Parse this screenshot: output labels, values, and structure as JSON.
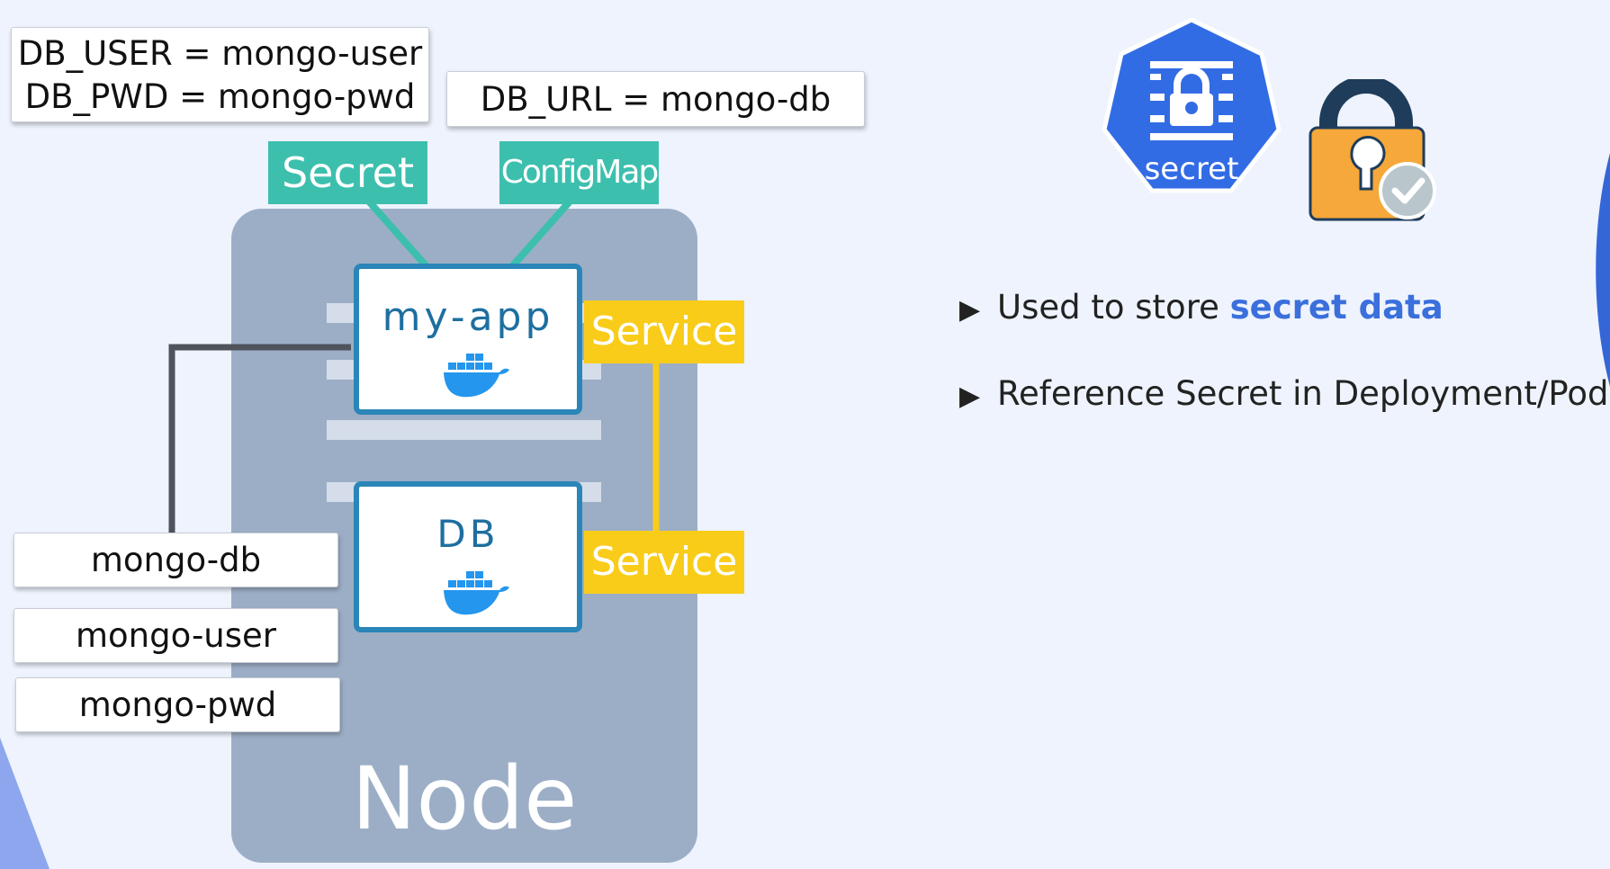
{
  "env_boxes": {
    "user_pwd_line1": "DB_USER = mongo-user",
    "user_pwd_line2": "DB_PWD = mongo-pwd",
    "url": "DB_URL = mongo-db"
  },
  "tags": {
    "secret": "Secret",
    "configmap": "ConfigMap",
    "service_top": "Service",
    "service_bottom": "Service"
  },
  "pods": {
    "app": "my-app",
    "db": "DB"
  },
  "value_boxes": [
    "mongo-db",
    "mongo-user",
    "mongo-pwd"
  ],
  "node_label": "Node",
  "icons": {
    "secret_badge_label": "secret",
    "secret_badge_icon": "kubernetes-secret-icon",
    "lock_icon": "padlock-check-icon",
    "docker_icon": "docker-whale-icon"
  },
  "bullets": [
    {
      "text": "Used to store ",
      "highlight": "secret data"
    },
    {
      "text": "Reference Secret in Deployment/Pod",
      "highlight": ""
    }
  ],
  "colors": {
    "background": "#eef3fd",
    "node": "#9caec6",
    "pod_border": "#2a86b8",
    "secret_configmap_tag": "#3dbfae",
    "service_tag": "#f9cc1a",
    "highlight": "#3a6fdc",
    "k8s_blue": "#326ce5",
    "lock_orange": "#f6a83a"
  }
}
